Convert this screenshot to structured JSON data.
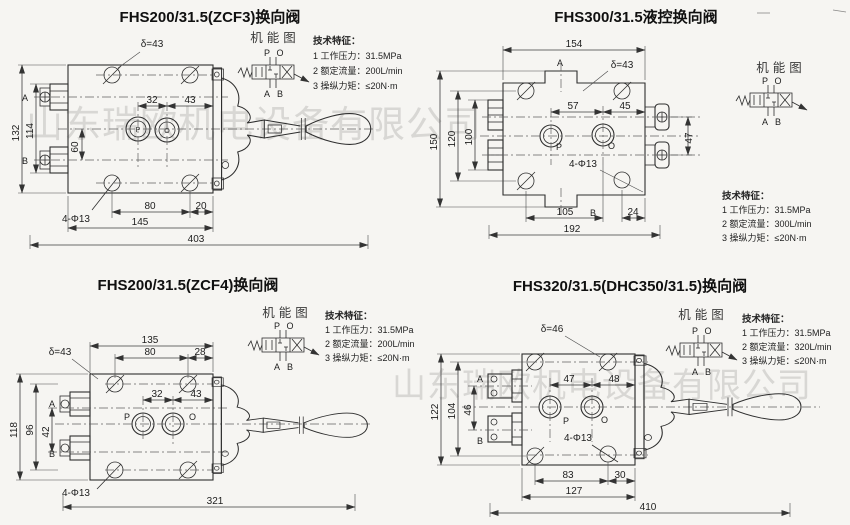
{
  "company_watermark": "山东瑞欧机电设备有限公司",
  "function_diagram_label": "机能图",
  "symbol": {
    "p": "P",
    "o": "O",
    "a": "A",
    "b": "B"
  },
  "d": {
    "tl": {
      "title": "FHS200/31.5(ZCF3)换向阀",
      "specs_heading": "技术特征：",
      "specs": [
        "1 工作压力：31.5MPa",
        "2 额定流量：200L/min",
        "3 操纵力矩：≤20N·m"
      ],
      "ports": {
        "a": "A",
        "b": "B",
        "p": "P",
        "o": "O"
      },
      "dims": {
        "thickness": "δ=43",
        "port_spacing": "32",
        "port_to_edge": "43",
        "port_drop": "60",
        "overall_height": "132",
        "fitting_height": "114",
        "hole_span": "80",
        "hole_to_edge": "20",
        "body_width": "145",
        "overall_length": "403",
        "mount_holes": "4-Φ13"
      }
    },
    "tr": {
      "title": "FHS300/31.5液控换向阀",
      "specs_heading": "技术特征：",
      "specs": [
        "1 工作压力：31.5MPa",
        "2 额定流量：300L/min",
        "3 操纵力矩：≤20N·m"
      ],
      "ports": {
        "a": "A",
        "b": "B",
        "p": "P",
        "o": "O"
      },
      "dims": {
        "body_width": "154",
        "thickness": "δ=43",
        "port_spacing": "57",
        "port_to_edge": "45",
        "overall_height": "150",
        "hole_span_v": "120",
        "fitting_span": "100",
        "right_port_spacing": "47",
        "hole_to_port": "105",
        "edge_offset": "24",
        "overall_width": "192",
        "mount_holes": "4-Φ13"
      }
    },
    "bl": {
      "title": "FHS200/31.5(ZCF4)换向阀",
      "specs_heading": "技术特征：",
      "specs": [
        "1 工作压力：31.5MPa",
        "2 额定流量：200L/min",
        "3 操纵力矩：≤20N·m"
      ],
      "ports": {
        "a": "A",
        "b": "B",
        "p": "P",
        "o": "O"
      },
      "dims": {
        "body_width": "135",
        "hole_span": "80",
        "edge_offset": "28",
        "thickness": "δ=43",
        "port_spacing": "32",
        "port_to_edge": "43",
        "overall_height": "118",
        "hole_span_v": "96",
        "fitting_span": "42",
        "overall_length": "321",
        "mount_holes": "4-Φ13"
      }
    },
    "br": {
      "title": "FHS320/31.5(DHC350/31.5)换向阀",
      "specs_heading": "技术特征：",
      "specs": [
        "1 工作压力：31.5MPa",
        "2 额定流量：320L/min",
        "3 操纵力矩：≤20N·m"
      ],
      "ports": {
        "a": "A",
        "b": "B",
        "p": "P",
        "o": "O"
      },
      "dims": {
        "thickness": "δ=46",
        "port_spacing": "47",
        "port_to_edge": "48",
        "overall_height": "122",
        "hole_span_v": "104",
        "fitting_span": "46",
        "hole_span": "83",
        "edge_offset": "30",
        "body_width": "127",
        "overall_length": "410",
        "mount_holes": "4-Φ13"
      }
    }
  }
}
